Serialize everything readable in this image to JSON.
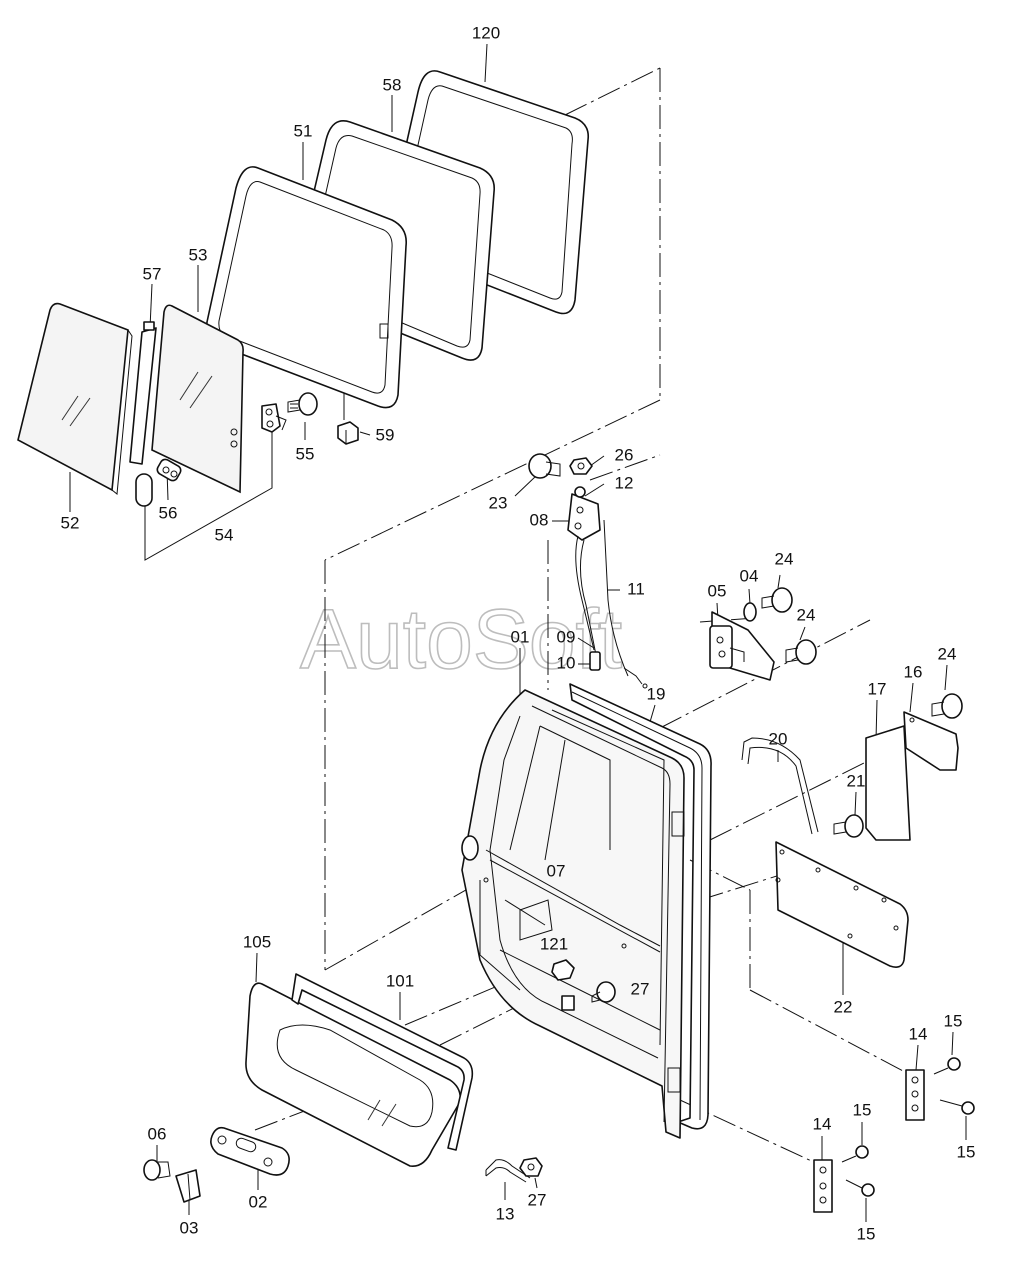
{
  "watermark": "AutoSoft",
  "callouts": {
    "c120": "120",
    "c58": "58",
    "c51": "51",
    "c53": "53",
    "c57": "57",
    "c52": "52",
    "c56": "56",
    "c54": "54",
    "c55": "55",
    "c59": "59",
    "c26": "26",
    "c12": "12",
    "c23": "23",
    "c08": "08",
    "c11": "11",
    "c04": "04",
    "c24a": "24",
    "c05": "05",
    "c24b": "24",
    "c01": "01",
    "c09": "09",
    "c10": "10",
    "c19": "19",
    "c17": "17",
    "c16": "16",
    "c24c": "24",
    "c20": "20",
    "c21": "21",
    "c07": "07",
    "c121": "121",
    "c27a": "27",
    "c22": "22",
    "c105": "105",
    "c101": "101",
    "c14a": "14",
    "c15a": "15",
    "c15b": "15",
    "c06": "06",
    "c02": "02",
    "c03": "03",
    "c13": "13",
    "c27b": "27",
    "c14b": "14",
    "c15c": "15",
    "c15d": "15"
  }
}
